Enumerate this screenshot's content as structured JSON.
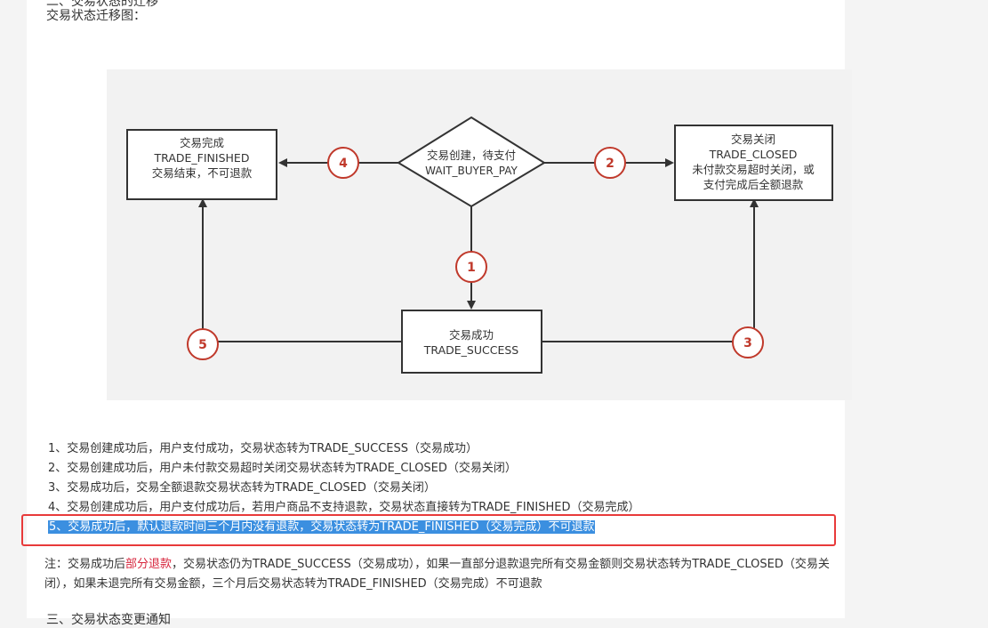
{
  "section": {
    "heading_cut": "二、交易状态的迁移",
    "title": "交易状态迁移图："
  },
  "diagram": {
    "start_node": {
      "line1": "交易创建，待支付",
      "line2": "WAIT_BUYER_PAY"
    },
    "finished_node": {
      "line1": "交易完成",
      "line2": "TRADE_FINISHED",
      "line3": "交易结束，不可退款"
    },
    "closed_node": {
      "line1": "交易关闭",
      "line2": "TRADE_CLOSED",
      "line3": "未付款交易超时关闭，或",
      "line4": "支付完成后全额退款"
    },
    "success_node": {
      "line1": "交易成功",
      "line2": "TRADE_SUCCESS"
    },
    "markers": [
      "1",
      "2",
      "3",
      "4",
      "5"
    ],
    "colors": {
      "marker": "#c0392b",
      "line": "#333333"
    }
  },
  "steps": [
    "1、交易创建成功后，用户支付成功，交易状态转为TRADE_SUCCESS（交易成功）",
    "2、交易创建成功后，用户未付款交易超时关闭交易状态转为TRADE_CLOSED（交易关闭）",
    "3、交易成功后，交易全额退款交易状态转为TRADE_CLOSED（交易关闭）",
    "4、交易创建成功后，用户支付成功后，若用户商品不支持退款，交易状态直接转为TRADE_FINISHED（交易完成）",
    "5、交易成功后，默认退款时间三个月内没有退款，交易状态转为TRADE_FINISHED（交易完成）不可退款"
  ],
  "note": {
    "prefix": "注：交易成功后",
    "highlight": "部分退款",
    "rest": "，交易状态仍为TRADE_SUCCESS（交易成功），如果一直部分退款退完所有交易金额则交易状态转为TRADE_CLOSED（交易关闭），如果未退完所有交易金额，三个月后交易状态转为TRADE_FINISHED（交易完成）不可退款"
  },
  "next_heading": "三、交易状态变更通知"
}
